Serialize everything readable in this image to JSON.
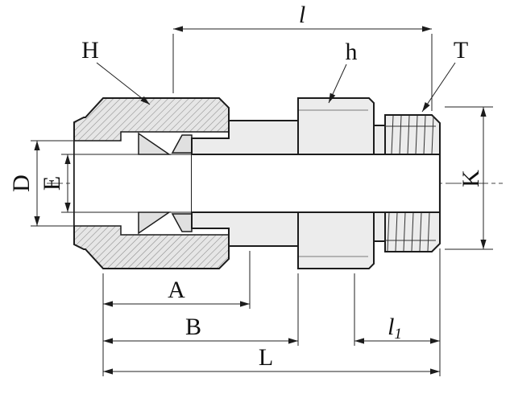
{
  "drawing": {
    "background_color": "#ffffff",
    "line_color": "#1c1c1c",
    "body_fill": "#ececec",
    "ferrule_fill": "#e0e0e0",
    "hatch_line_color": "#8a8a8a",
    "labels": {
      "l": "l",
      "H": "H",
      "h": "h",
      "T": "T",
      "D": "D",
      "E": "E",
      "K": "K",
      "A": "A",
      "B": "B",
      "l1_base": "l",
      "l1_sub": "1",
      "L": "L"
    }
  }
}
